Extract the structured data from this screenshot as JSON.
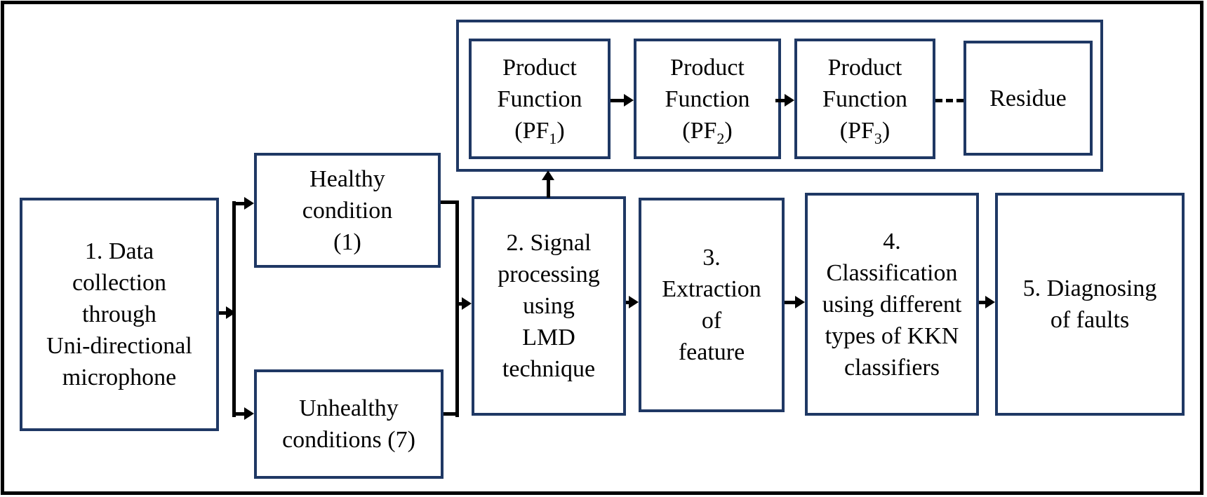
{
  "colors": {
    "box_border": "#1f3864",
    "connector": "#000000",
    "frame": "#000000",
    "canvas_bg": "#ffffff",
    "text": "#000000"
  },
  "decomposition_row": {
    "product_functions": [
      {
        "line1": "Product",
        "line2": "Function",
        "prefix": "(PF",
        "sub": "1",
        "suffix": ")"
      },
      {
        "line1": "Product",
        "line2": "Function",
        "prefix": "(PF",
        "sub": "2",
        "suffix": ")"
      },
      {
        "line1": "Product",
        "line2": "Function",
        "prefix": "(PF",
        "sub": "3",
        "suffix": ")"
      }
    ],
    "residue": "Residue"
  },
  "steps": {
    "data_collection": {
      "lines": [
        "1. Data",
        "collection",
        "through",
        "Uni-directional",
        "microphone"
      ]
    },
    "healthy": {
      "lines": [
        "Healthy",
        "condition",
        "(1)"
      ]
    },
    "unhealthy": {
      "lines": [
        "Unhealthy",
        "conditions (7)"
      ]
    },
    "signal_processing": {
      "lines": [
        "2. Signal",
        "processing",
        "using",
        "LMD",
        "technique"
      ]
    },
    "feature_extraction": {
      "lines": [
        "3.",
        "Extraction",
        "of",
        "feature"
      ]
    },
    "classification": {
      "lines": [
        "4.",
        "Classification",
        "using different",
        "types of KKN",
        "classifiers"
      ]
    },
    "diagnosis": {
      "lines": [
        "5. Diagnosing",
        "of faults"
      ]
    }
  }
}
